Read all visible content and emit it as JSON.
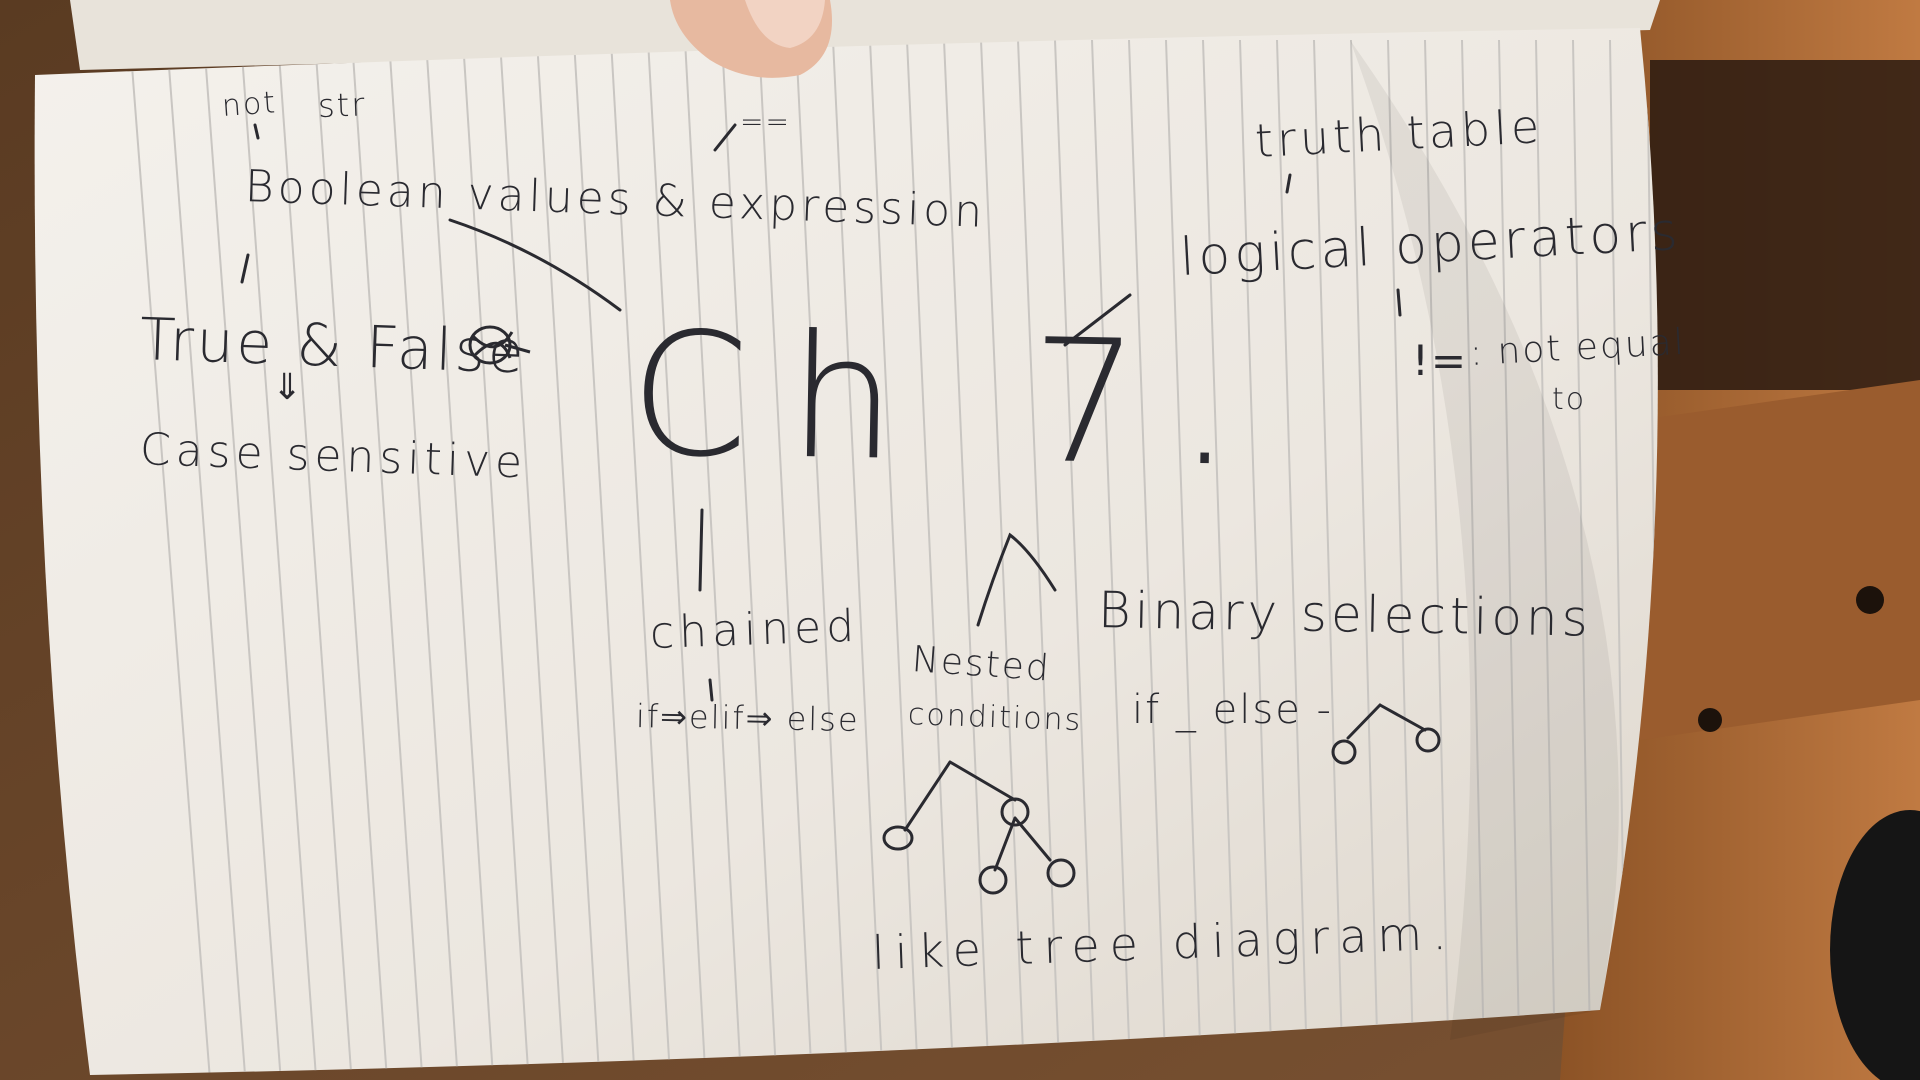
{
  "notebook": {
    "chapter": "Ch 7.",
    "notes": {
      "boolean_title": "Boolean values & expression",
      "not_str": "not",
      "str": "str",
      "eq_op": "==",
      "true_false": "True & False",
      "arrow_down": "⇓",
      "case_sensitive": "Case sensitive",
      "truth_table": "truth table",
      "logical_operators": "logical operators",
      "not_equal_symbol": "!=",
      "not_equal_text": ": not equal",
      "not_equal_to": "to",
      "chained": "chained",
      "chained_flow": "if⇒elif⇒ else",
      "nested": "Nested",
      "nested_conditions": "conditions",
      "binary_selections": "Binary selections",
      "if_else": "if _ else -",
      "tree_caption": "like tree diagram."
    }
  },
  "colors": {
    "paper": "#f1ede6",
    "ink": "#2a2a30",
    "rule": "#c9c6c2",
    "desk": "#6b4a2e",
    "cabinet": "#a8683a"
  }
}
